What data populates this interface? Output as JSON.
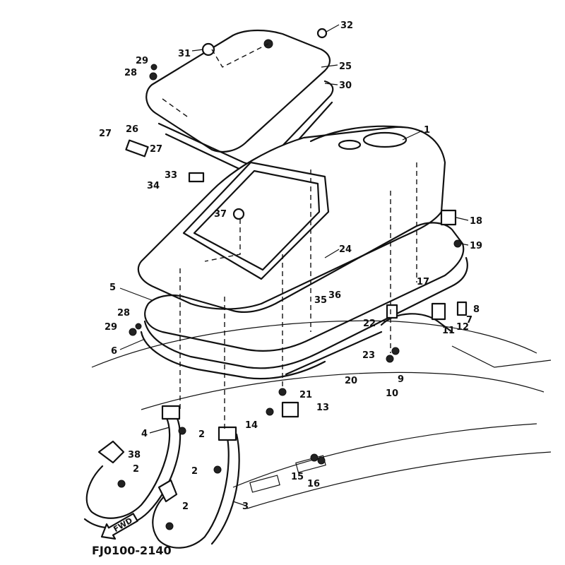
{
  "diagram": {
    "drawing_code": "FJ0100-2140",
    "direction_arrow": "FWD",
    "callouts": [
      "31",
      "32",
      "29",
      "28",
      "25",
      "30",
      "1",
      "27",
      "26",
      "27",
      "33",
      "34",
      "18",
      "19",
      "37",
      "24",
      "5",
      "35",
      "36",
      "17",
      "28",
      "8",
      "7",
      "29",
      "22",
      "11",
      "12",
      "6",
      "23",
      "20",
      "9",
      "10",
      "21",
      "13",
      "14",
      "4",
      "2",
      "38",
      "2",
      "2",
      "15",
      "16",
      "2",
      "3"
    ]
  }
}
